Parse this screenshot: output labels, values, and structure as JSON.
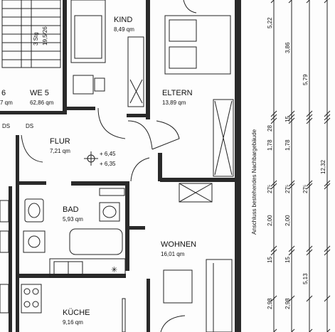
{
  "stairs": {
    "label_a": "3 Stg",
    "label_b": "19,5/26"
  },
  "rooms": {
    "kind": {
      "name": "KIND",
      "area": "8,49 qm"
    },
    "eltern": {
      "name": "ELTERN",
      "area": "13,89 qm"
    },
    "we5": {
      "name": "WE 5",
      "area": "62,86 qm"
    },
    "we6": {
      "name": "6",
      "area": "7 qm"
    },
    "flur": {
      "name": "FLUR",
      "area": "7,21 qm"
    },
    "bad": {
      "name": "BAD",
      "area": "5,93 qm"
    },
    "wohnen": {
      "name": "WOHNEN",
      "area": "16,01 qm"
    },
    "kueche": {
      "name": "KÜCHE",
      "area": "9,16 qm"
    }
  },
  "tags": {
    "ds_left": "DS",
    "ds_right": "DS"
  },
  "levels": {
    "upper": "+ 6,45",
    "lower": "+ 6,35"
  },
  "vertical_note": "Anschluss bestehendes Nachbargebäude",
  "dimensions": {
    "col1": [
      "5,22",
      "28",
      "1,78",
      "27⁵",
      "2,00",
      "15",
      "2,98"
    ],
    "col2": [
      "3,86",
      "15",
      "1,78",
      "27⁵",
      "2,00",
      "15",
      "2,98"
    ],
    "col3": [
      "5,79",
      "27⁵",
      "5,13"
    ],
    "col4": [
      "12,32"
    ]
  },
  "appliance_symbol": "✳"
}
